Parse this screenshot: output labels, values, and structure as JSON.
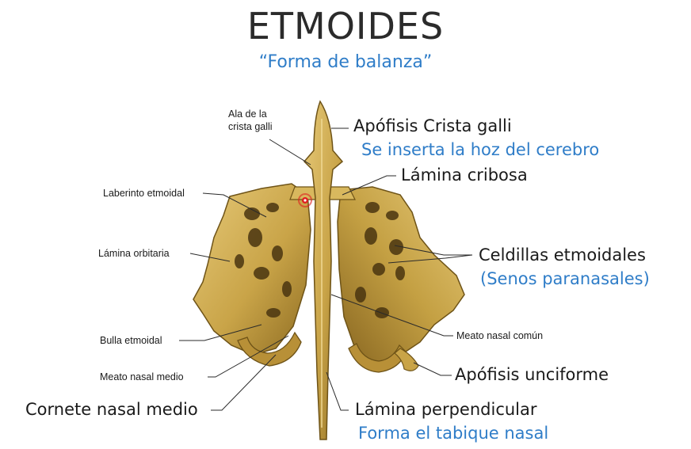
{
  "title": "ETMOIDES",
  "subtitle": "“Forma de balanza”",
  "labels": {
    "ala_crista": "Ala de la\ncrista galli",
    "laberinto": "Laberinto etmoidal",
    "lamina_orbitaria": "Lámina orbitaria",
    "bulla": "Bulla etmoidal",
    "meato_medio": "Meato nasal medio",
    "cornete_medio": "Cornete nasal medio",
    "apofisis_crista": "Apófisis Crista galli",
    "hoz_cerebro": "Se inserta la hoz del cerebro",
    "lamina_cribosa": "Lámina cribosa",
    "celdillas": "Celdillas etmoidales",
    "senos": "(Senos paranasales)",
    "meato_comun": "Meato nasal común",
    "unciforme": "Apófisis unciforme",
    "lamina_perpendicular": "Lámina perpendicular",
    "tabique": "Forma el tabique nasal"
  },
  "colors": {
    "accent_blue": "#2f7dc8",
    "bone": "#c9a448",
    "bone_dark": "#6e5317",
    "bone_light": "#e6c978",
    "pointer": "#e02020"
  },
  "icons": {
    "pointer": "red-circle-cursor-icon"
  }
}
